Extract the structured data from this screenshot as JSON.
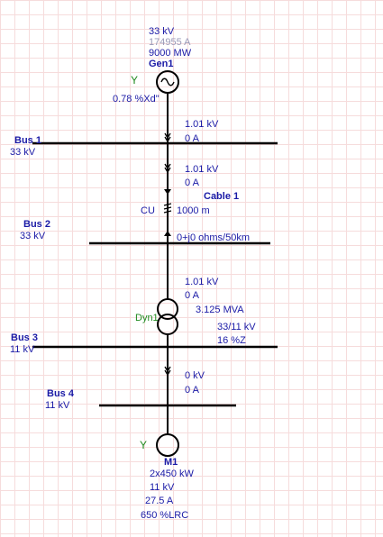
{
  "generator": {
    "voltage": "33 kV",
    "current": "174955 A",
    "power": "9000 MW",
    "id": "Gen1",
    "grounding_symbol": "Y",
    "impedance": "0.78 %Xd\""
  },
  "bus1": {
    "name": "Bus 1",
    "voltage": "33 kV",
    "flow_kv": "1.01 kV",
    "flow_a": "0 A"
  },
  "cable": {
    "flow_kv": "1.01 kV",
    "flow_a": "0 A",
    "id": "Cable 1",
    "material": "CU",
    "length": "1000 m"
  },
  "bus2": {
    "name": "Bus 2",
    "voltage": "33 kV",
    "impedance": "0+j0 ohms/50km"
  },
  "transformer": {
    "flow_kv": "1.01 kV",
    "flow_a": "0 A",
    "rating": "3.125 MVA",
    "winding": "Dyn1",
    "voltage_ratio": "33/11 kV",
    "impedance": "16 %Z"
  },
  "bus3": {
    "name": "Bus 3",
    "voltage": "11 kV",
    "flow_kv": "0 kV",
    "flow_a": "0 A"
  },
  "bus4": {
    "name": "Bus 4",
    "voltage": "11 kV"
  },
  "motor": {
    "grounding_symbol": "Y",
    "id": "M1",
    "power": "2x450 kW",
    "voltage": "11 kV",
    "current": "27.5 A",
    "lrc": "650 %LRC"
  },
  "colors": {
    "label": "#1a1aa6",
    "gray_label": "#9a9ab8",
    "ground": "#1f8a1f",
    "line": "#000000"
  }
}
